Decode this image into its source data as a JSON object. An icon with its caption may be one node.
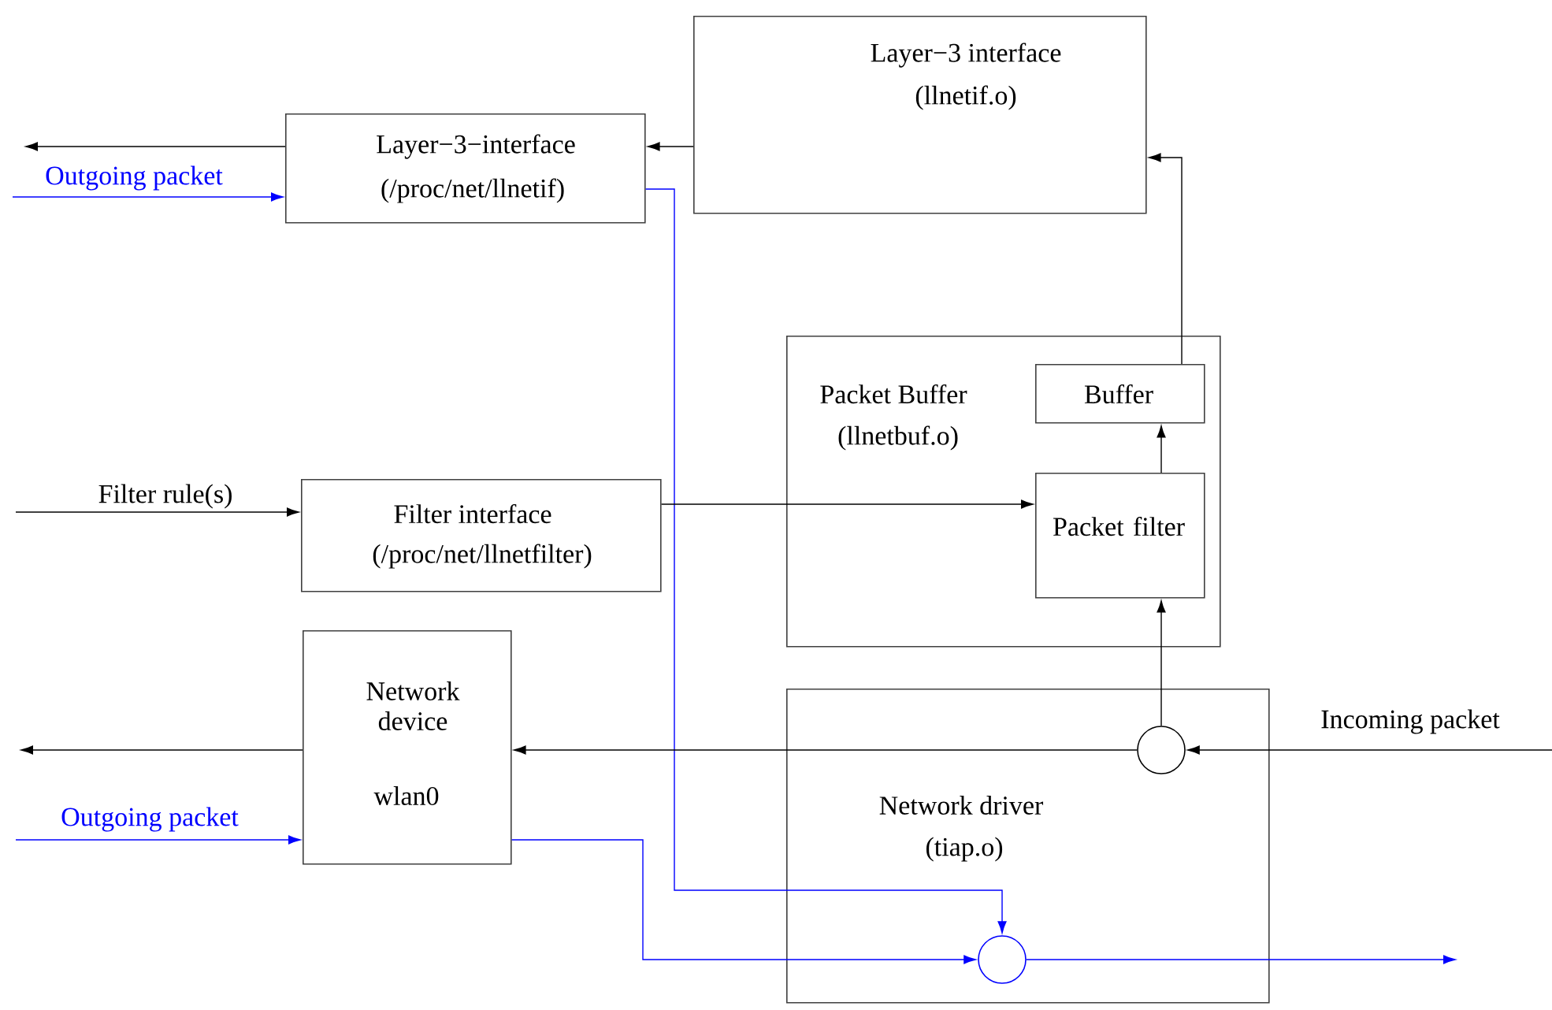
{
  "diagram": {
    "nodes": [
      {
        "text": [
          "Layer−3 interface",
          "(llnetif.o)"
        ]
      },
      {
        "text": [
          "Layer−3−interface",
          "(/proc/net/llnetif)"
        ]
      },
      {
        "text": [
          "Packet Buffer",
          "(llnetbuf.o)"
        ]
      },
      {
        "text": [
          "Buffer"
        ],
        "in": 2
      },
      {
        "text": [
          "Packet filter"
        ],
        "in": 2
      },
      {
        "text": [
          "Filter interface",
          "(/proc/net/llnetfilter)"
        ]
      },
      {
        "text": [
          "Network device",
          "wlan0"
        ]
      },
      {
        "text": [
          "Network driver",
          "(tiap.o)"
        ]
      },
      {
        "text": [],
        "shape": "circle",
        "in": 7
      },
      {
        "text": [],
        "shape": "circle",
        "in": 7
      }
    ],
    "edges": [
      {
        "from": 0,
        "to": 1,
        "arrow": "to"
      },
      {
        "from": 1,
        "to": null,
        "arrow": "to"
      },
      {
        "from": null,
        "to": 1,
        "arrow": "to",
        "label": "Outgoing packet",
        "color": "#0000ff"
      },
      {
        "from": 1,
        "to": 9,
        "arrow": "to",
        "color": "#0000ff"
      },
      {
        "from": null,
        "to": 5,
        "arrow": "to",
        "label": "Filter rule(s)"
      },
      {
        "from": 5,
        "to": 4,
        "arrow": "to"
      },
      {
        "from": 4,
        "to": 3,
        "arrow": "to"
      },
      {
        "from": 3,
        "to": 0,
        "arrow": "to"
      },
      {
        "from": 8,
        "to": 4,
        "arrow": "to"
      },
      {
        "from": null,
        "to": 8,
        "arrow": "to",
        "label": "Incoming packet"
      },
      {
        "from": 8,
        "to": 6,
        "arrow": "to"
      },
      {
        "from": 6,
        "to": null,
        "arrow": "to"
      },
      {
        "from": null,
        "to": 6,
        "arrow": "to",
        "label": "Outgoing packet",
        "color": "#0000ff"
      },
      {
        "from": 6,
        "to": 9,
        "arrow": "to",
        "color": "#0000ff"
      },
      {
        "from": 9,
        "to": null,
        "arrow": "to",
        "color": "#0000ff"
      }
    ]
  }
}
